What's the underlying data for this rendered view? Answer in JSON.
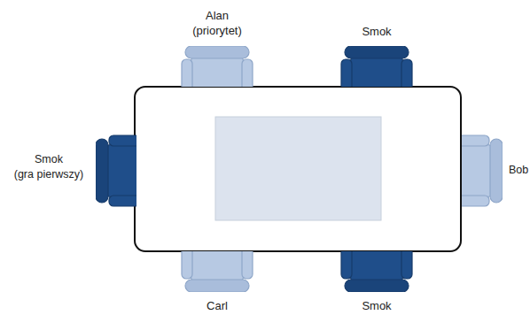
{
  "diagram": {
    "nodes": [
      {
        "text": [
          "Alan",
          "(priorytet)"
        ]
      },
      {
        "text": [
          "Smok"
        ]
      },
      {
        "text": [
          "Smok",
          "(gra pierwszy)"
        ]
      },
      {
        "text": [
          "Bob"
        ]
      },
      {
        "text": [
          "Carl"
        ]
      },
      {
        "text": [
          "Smok"
        ]
      }
    ]
  }
}
